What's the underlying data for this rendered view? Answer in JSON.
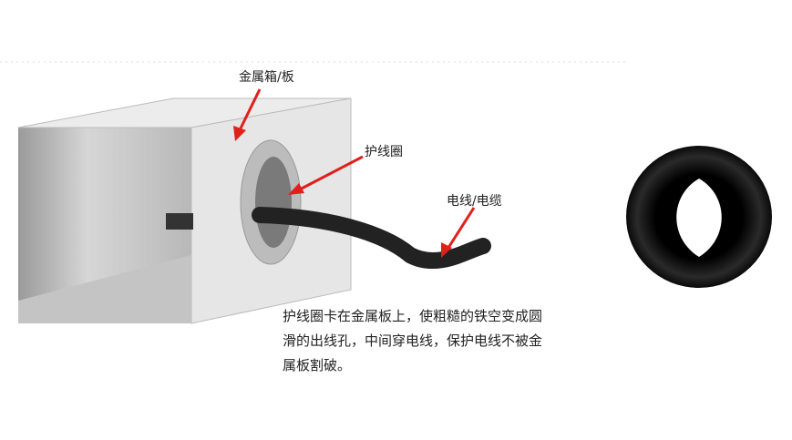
{
  "labels": {
    "box": "金属箱/板",
    "grommet": "护线圈",
    "cable": "电线/电缆"
  },
  "caption": {
    "lines": [
      "护线圈卡在金属板上，使粗糙的铁空变成圆",
      "滑的出线孔，中间穿电线，保护电线不被金",
      "属板割破。"
    ]
  },
  "colors": {
    "arrow": "#e0201b",
    "grommet": "#111111"
  }
}
